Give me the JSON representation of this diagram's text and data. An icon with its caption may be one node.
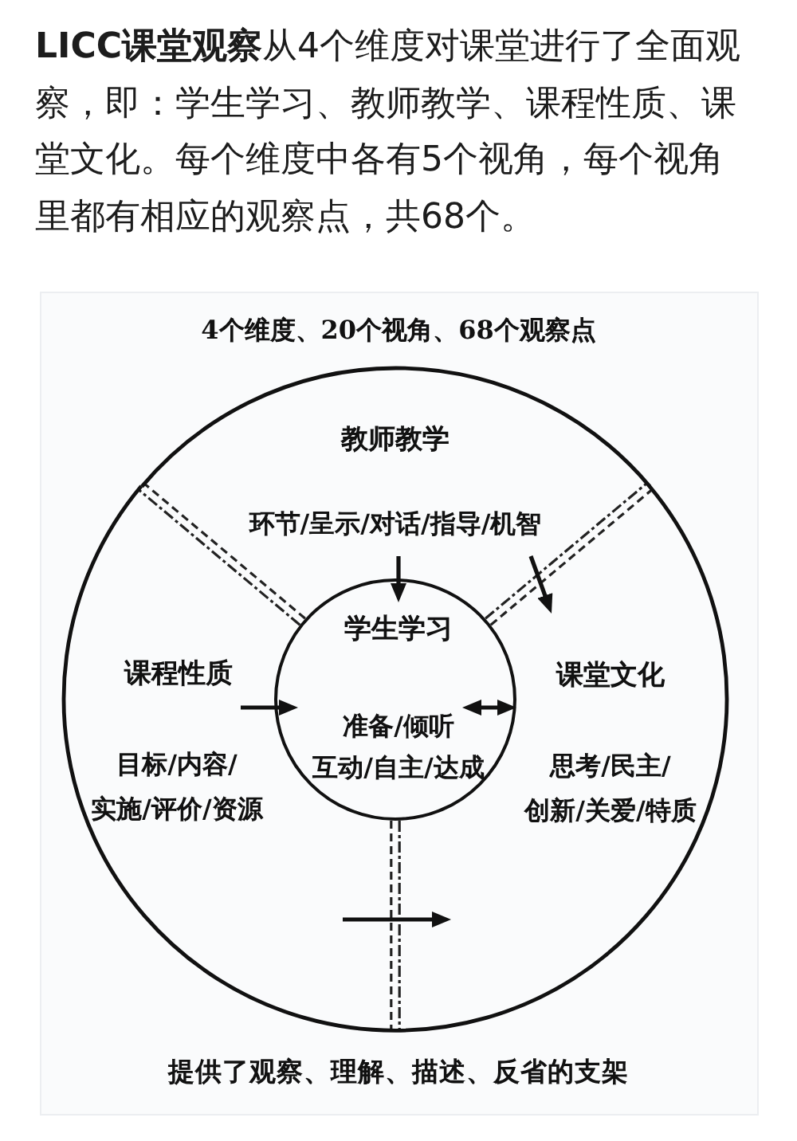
{
  "diagram": {
    "title": "4个维度、20个视角、68个观察点",
    "caption": "提供了观察、理解、描述、反省的支架",
    "nodes": [
      {
        "text": [
          "教师教学",
          "环节/呈示/对话/指导/机智"
        ]
      },
      {
        "text": [
          "学生学习",
          "准备/倾听",
          "互动/自主/达成"
        ]
      },
      {
        "text": [
          "课程性质",
          "目标/内容/实施/评价/资源"
        ]
      },
      {
        "text": [
          "课堂文化",
          "思考/民主/创新/关爱/特质"
        ]
      }
    ],
    "edges": [
      {
        "from": 0,
        "to": 1,
        "arrow": "to"
      },
      {
        "from": 0,
        "to": 3,
        "arrow": "to"
      },
      {
        "from": 2,
        "to": 1,
        "arrow": "to"
      },
      {
        "from": 1,
        "to": 3,
        "arrow": "both"
      },
      {
        "from": 2,
        "to": 3,
        "arrow": "to"
      }
    ],
    "labels": [
      "**LICC课堂观察**从4个维度对课堂进行了全面观察，即：学生学习、教师教学、课程性质、课堂文化。每个维度中各有5个视角，每个视角里都有相应的观察点，共68个。"
    ]
  }
}
